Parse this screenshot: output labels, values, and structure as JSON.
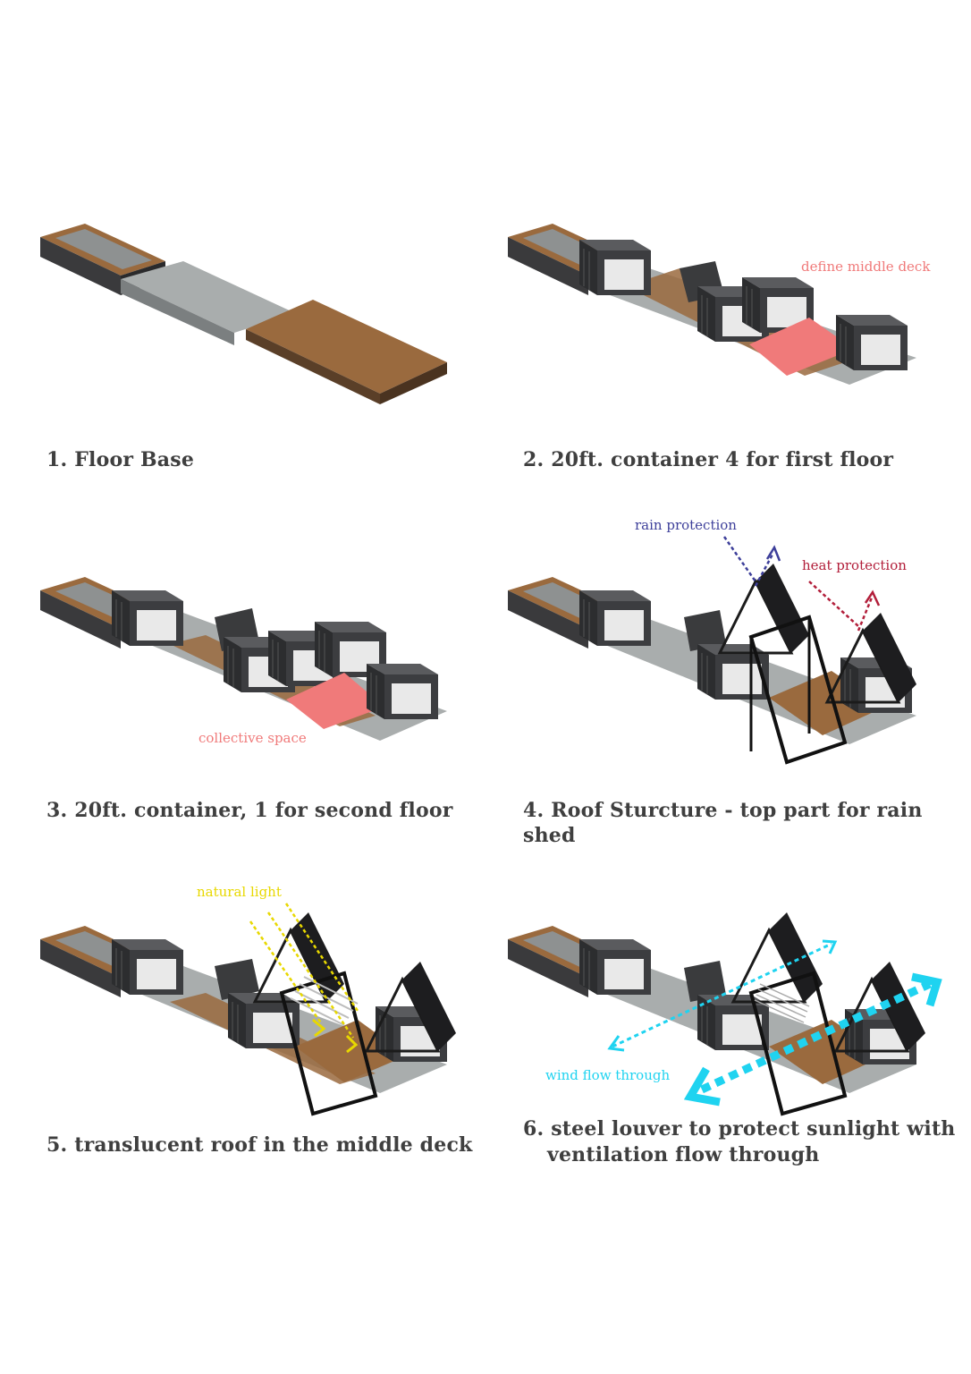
{
  "colors": {
    "wood": "#9a6a3e",
    "concrete": "#a9adad",
    "container": "#3a3b3d",
    "pink": "#f07a7a",
    "rain": "#3d3f9a",
    "heat": "#b21e3a",
    "light": "#e8d800",
    "wind": "#1fd3f0"
  },
  "steps": [
    {
      "caption": "1. Floor Base"
    },
    {
      "caption": "2. 20ft. container 4 for first floor",
      "note": "define middle deck"
    },
    {
      "caption": "3. 20ft. container, 1 for second floor",
      "note": "collective space"
    },
    {
      "caption": "4. Roof Sturcture - top part for rain shed",
      "note_rain": "rain protection",
      "note_heat": "heat protection"
    },
    {
      "caption": "5. translucent roof in the middle deck",
      "note": "natural light"
    },
    {
      "caption_line1": "6. steel louver to protect sunlight with",
      "caption_line2": "ventilation flow through",
      "note": "wind flow through"
    }
  ]
}
